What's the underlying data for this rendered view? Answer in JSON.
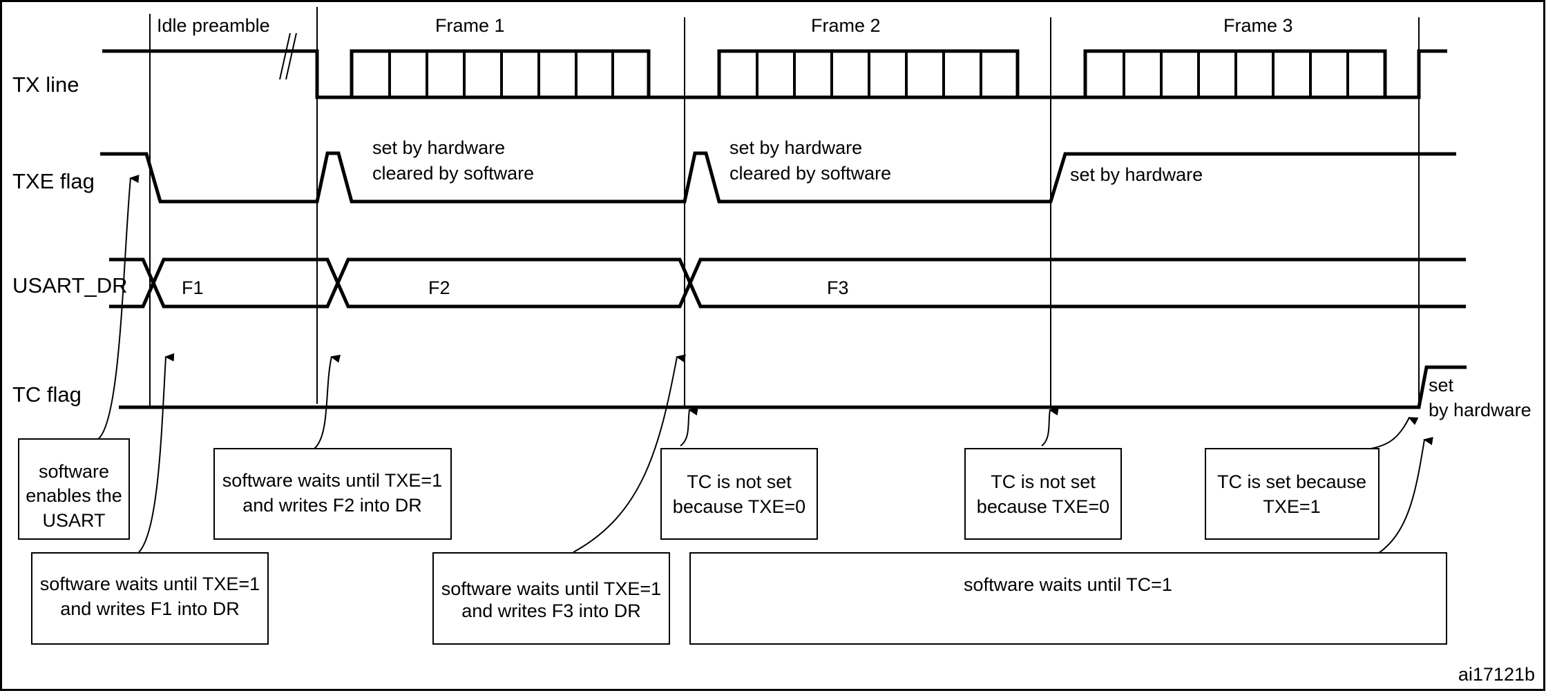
{
  "signals": {
    "tx_line": "TX line",
    "txe_flag": "TXE flag",
    "usart_dr": "USART_DR",
    "tc_flag": "TC flag"
  },
  "frames": {
    "idle": "Idle preamble",
    "frame1": "Frame 1",
    "frame2": "Frame 2",
    "frame3": "Frame 3"
  },
  "dr_contents": [
    "F1",
    "F2",
    "F3"
  ],
  "notes": {
    "txe_note1_line1": "set by hardware",
    "txe_note1_line2": "cleared by software",
    "txe_note2_line1": "set by hardware",
    "txe_note2_line2": "cleared by software",
    "txe_note3": "set by hardware",
    "tc_set_line1": "set",
    "tc_set_line2": "by hardware"
  },
  "boxes": {
    "enable": [
      "software",
      "enables the",
      "USART"
    ],
    "f1": [
      "software waits until TXE=1",
      "and writes F1 into DR"
    ],
    "f2": [
      "software waits until TXE=1",
      "and writes F2 into DR"
    ],
    "f3": [
      "software waits until TXE=1",
      "and writes F3 into DR"
    ],
    "tc_not_set_1": [
      "TC is not set",
      "because TXE=0"
    ],
    "tc_not_set_2": [
      "TC is not set",
      "because TXE=0"
    ],
    "tc_set": [
      "TC is  set because",
      "TXE=1"
    ],
    "wait_tc": [
      "software waits until TC=1"
    ]
  },
  "figure_id": "ai17121b"
}
